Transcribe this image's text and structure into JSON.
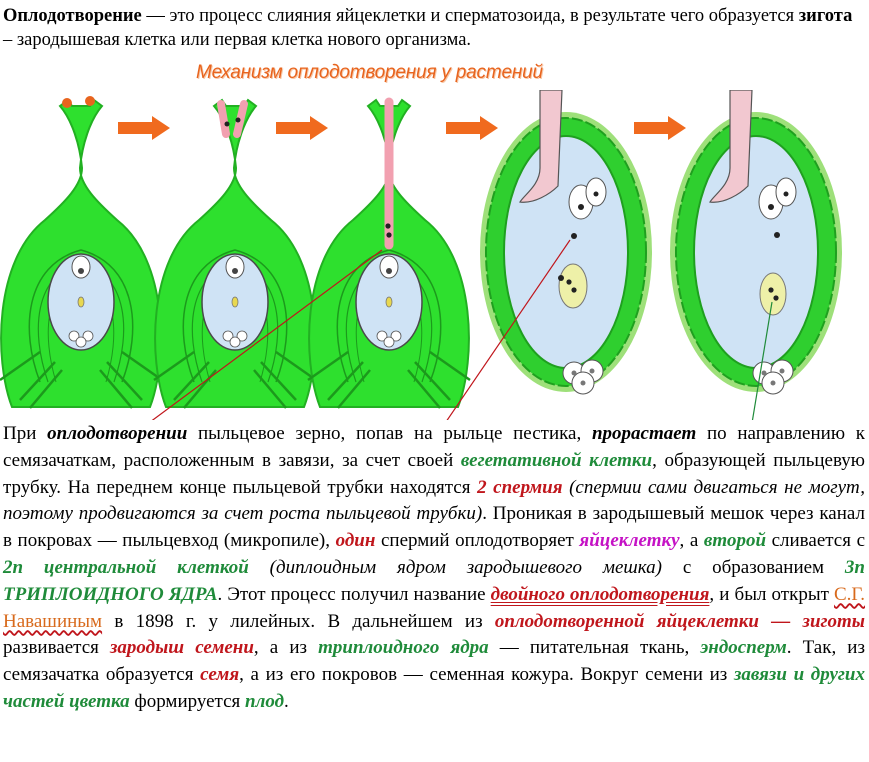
{
  "intro": {
    "term": "Оплодотворение",
    "dash": " —  ",
    "text1": "это процесс слияния яйцеклетки и сперматозоида,  в результате чего образуется ",
    "zygote": "зигота",
    "text2": " – зародышевая клетка или первая клетка нового организма."
  },
  "figure_title": "Механизм оплодотворения у растений",
  "paragraph": {
    "s01": "При ",
    "s02": "оплодотворении",
    "s03": " пыльцевое зерно, попав на рыльце пестика, ",
    "s04": "прорастает",
    "s05": " по направлению к семязачаткам, расположенным в завязи, за счет своей ",
    "s06": "вегетативной клетки",
    "s07": ", образующей пыльцевую трубку. На переднем конце пыльцевой трубки нахо­дятся ",
    "s08": "2 спермия",
    "s09": " (спермии сами двигаться не могут, поэтому продвигаются за счет роста пыльцевой трубки)",
    "s10": ". Проникая в зародышевый мешок через канал в покровах — пыльцевход (микропиле), ",
    "s11": "один",
    "s12": " спермий оплодотворяет ",
    "s13": "яйцеклетку",
    "s14": ", а ",
    "s15": "второй",
    "s16": " слива­ется с ",
    "s17": "2n центральной клеткой",
    "s18": " (диплоидным ядром зародышевого мешка)",
    "s19": " с образо­ванием ",
    "s20": "3n ТРИПЛОИДНОГО ЯДРА",
    "s21": ". Этот процесс получил название ",
    "s22": "двойного опло­дотворения",
    "s23": ", и был открыт ",
    "s24": "С.Г. Навашиным",
    "s25": " в 1898 г. у лилейных. В дальнейшем из ",
    "s26": "оплодотворенной яйцеклетки — зиготы",
    "s27": " развивается ",
    "s28": "зародыш семени",
    "s29": ", а из ",
    "s30": "три­плоидного  ядра",
    "s31": " — питательная    ткань, ",
    "s32": "эндосперм",
    "s33": ". Так, из семязачатка образуется ",
    "s34": "семя",
    "s35": ", а из его покровов — семенная кожура. Вокруг семени из ",
    "s36": "завязи и других частей цветка",
    "s37": " формируется ",
    "s38": "плод",
    "s39": "."
  },
  "colors": {
    "pistil_green": "#2ee02e",
    "sac_blue": "#cfe3f5",
    "arrow_orange": "#f06a1e",
    "annotation_red": "#c0161c",
    "annotation_green": "#1f8b3a"
  }
}
